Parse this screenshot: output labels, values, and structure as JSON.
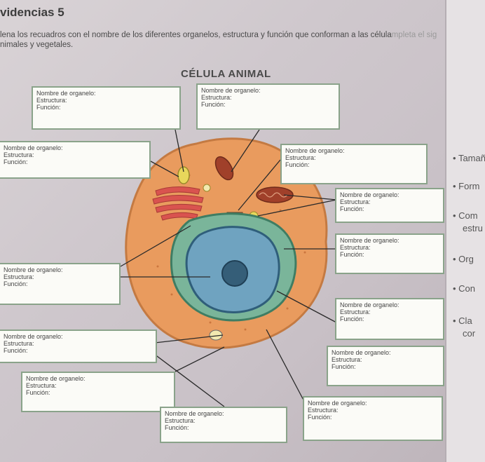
{
  "header": {
    "title": "videncias 5",
    "instruction_line1": "lena los recuadros con el nombre de los diferentes organelos, estructura y función que conforman a las célula",
    "instruction_faded": "mpleta el sig",
    "instruction_line2": "nimales y vegetales."
  },
  "diagram_title": "CÉLULA ANIMAL",
  "box_labels": {
    "name": "Nombre de organelo:",
    "structure": "Estructura:",
    "function": "Función:"
  },
  "boxes": [
    {
      "id": "top-left",
      "name": "Nombre de organelo:",
      "structure": "Estructura:",
      "function": "Función:"
    },
    {
      "id": "top-right",
      "name": "Nombre de organelo:",
      "structure": "Estructura:",
      "function": "Función:"
    },
    {
      "id": "left-1",
      "name": "Nombre de organelo:",
      "structure": "Estructura:",
      "function": "Función:"
    },
    {
      "id": "right-1",
      "name": "Nombre de organelo:",
      "structure": "Estructura:",
      "function": "Función:"
    },
    {
      "id": "right-2",
      "name": "Nombre de organelo:",
      "structure": "Estructura:",
      "function": "Función:"
    },
    {
      "id": "right-3",
      "name": "Nombre de organelo:",
      "structure": "Estructura:",
      "function": "Función:"
    },
    {
      "id": "left-2",
      "name": "Nombre de organelo:",
      "structure": "Estructura:",
      "function": "Función:"
    },
    {
      "id": "right-4",
      "name": "Nombre de organelo:",
      "structure": "Estructura:",
      "function": "Función:"
    },
    {
      "id": "left-3",
      "name": "Nombre de organelo:",
      "structure": "Estructura:",
      "function": "Función:"
    },
    {
      "id": "right-5",
      "name": "Nombre de organelo:",
      "structure": "Estructura:",
      "function": "Función:"
    },
    {
      "id": "left-4",
      "name": "Nombre de organelo:",
      "structure": "Estructura:",
      "function": "Función:"
    },
    {
      "id": "bottom-1",
      "name": "Nombre de organelo:",
      "structure": "Estructura:",
      "function": "Función:"
    },
    {
      "id": "bottom-2",
      "name": "Nombre de organelo:",
      "structure": "Estructura:",
      "function": "Función:"
    }
  ],
  "right_page_bullets": [
    "Tamañ",
    "Form",
    "Com",
    "estru",
    "Org",
    "Con",
    "Cla",
    "cor"
  ],
  "colors": {
    "cell": "#e99b5e",
    "nucleus": "#6fa3c0",
    "er": "#7ab59a",
    "golgi": "#d9534f",
    "mito": "#a0402a",
    "box_border": "#8aa38a"
  }
}
